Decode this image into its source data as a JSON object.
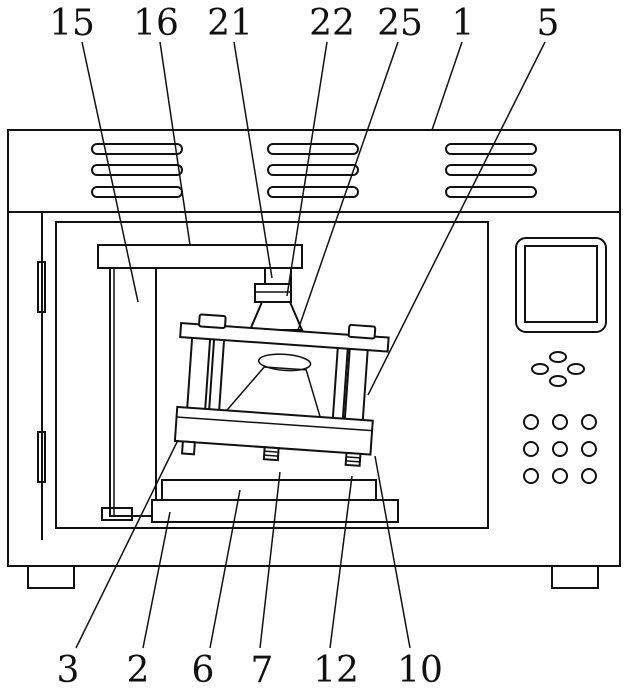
{
  "labels": {
    "top": [
      "15",
      "16",
      "21",
      "22",
      "25",
      "1",
      "5"
    ],
    "bottom": [
      "3",
      "2",
      "6",
      "7",
      "12",
      "10"
    ]
  }
}
